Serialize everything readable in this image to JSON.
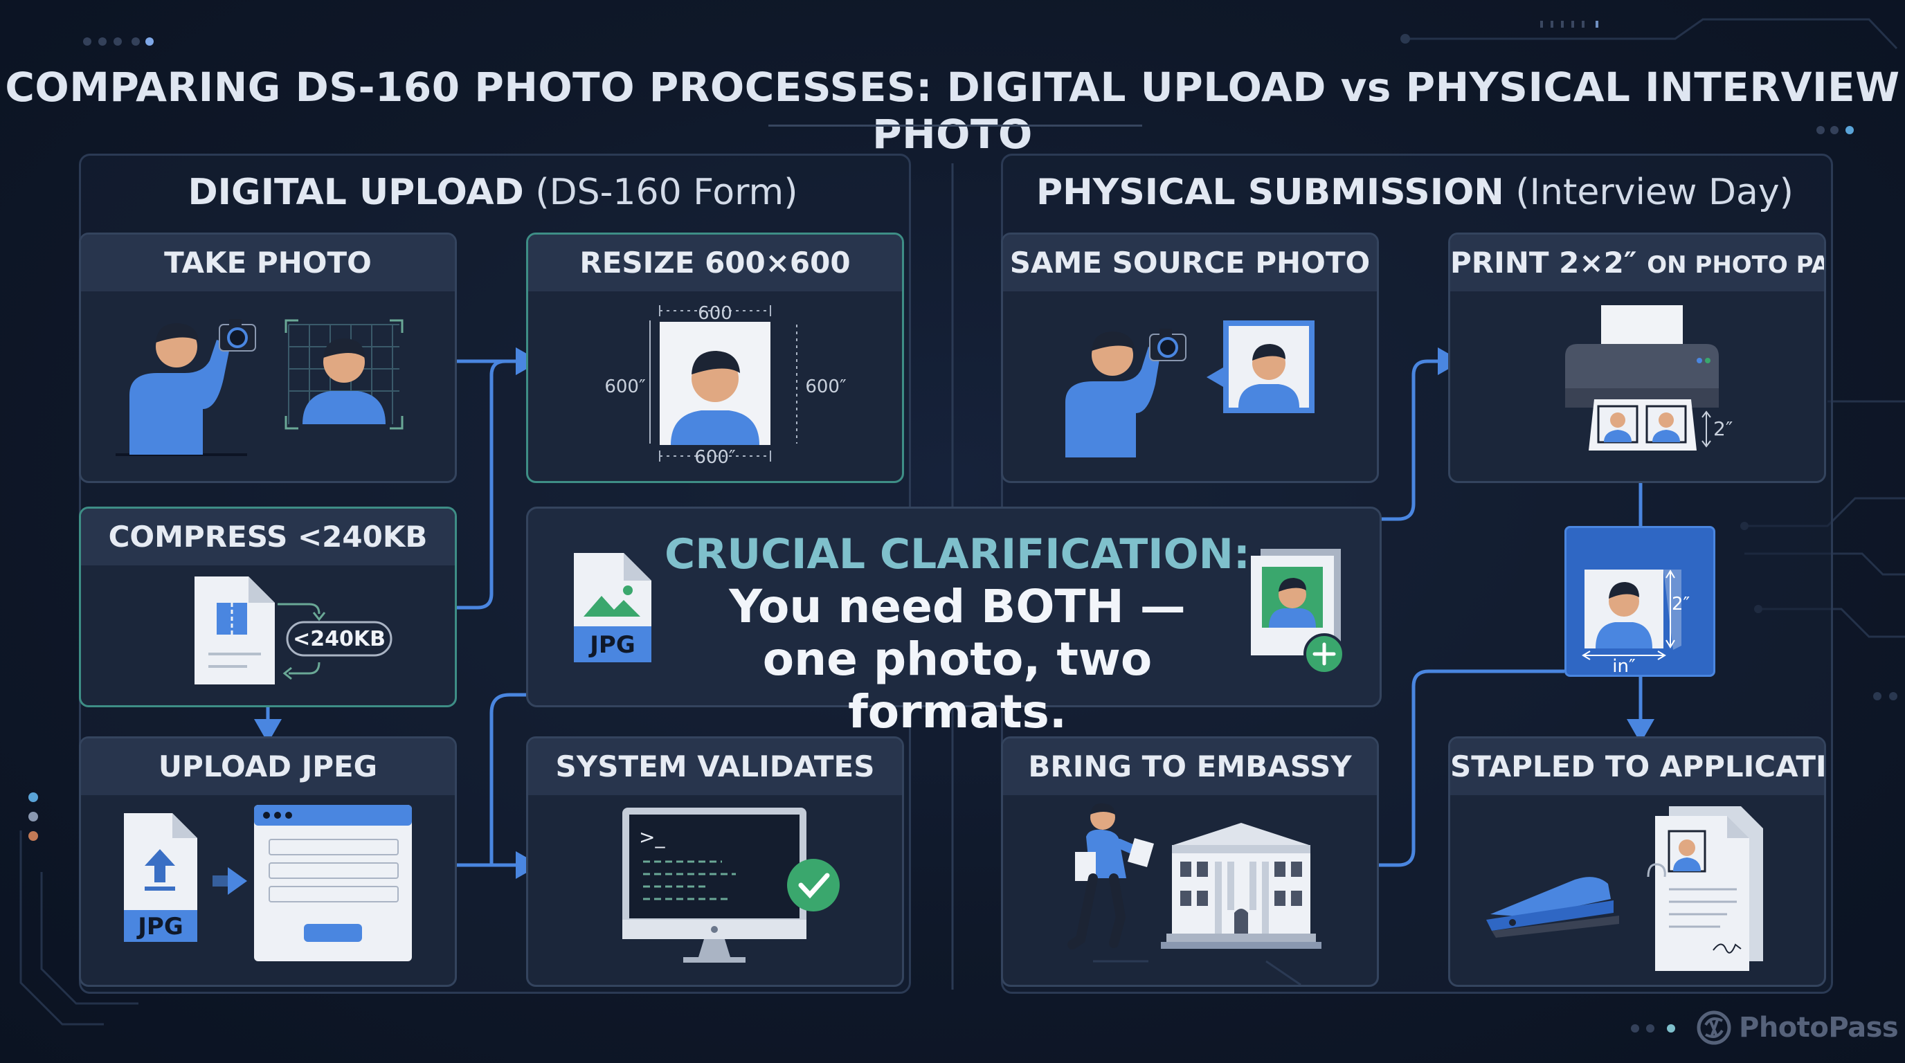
{
  "title": "COMPARING DS-160 PHOTO PROCESSES: DIGITAL UPLOAD vs PHYSICAL INTERVIEW PHOTO",
  "digital_section": {
    "header_bold": "DIGITAL UPLOAD",
    "header_sub": "(DS-160 Form)",
    "steps": {
      "take_photo": "TAKE PHOTO",
      "resize": "RESIZE 600×600",
      "compress": "COMPRESS <240KB",
      "upload": "UPLOAD JPEG",
      "validate": "SYSTEM VALIDATES"
    },
    "resize_labels": {
      "top": "600",
      "left": "600″",
      "right": "600″",
      "bottom": "600″"
    },
    "compress_badge": "<240KB",
    "jpg_label": "JPG"
  },
  "physical_section": {
    "header_bold": "PHYSICAL SUBMISSION",
    "header_sub": "(Interview Day)",
    "steps": {
      "same_source": "SAME SOURCE PHOTO",
      "print_main": "PRINT 2×2″",
      "print_small": "ON PHOTO PAPER",
      "embassy": "BRING TO EMBASSY",
      "stapled": "STAPLED TO APPLICATION"
    },
    "print_dim_label": "2″",
    "side_box_height": "2″",
    "side_box_width": "in″"
  },
  "callout": {
    "label": "CRUCIAL CLARIFICATION:",
    "line1": "You need BOTH —",
    "line2": "one photo, two formats.",
    "jpg_label": "JPG"
  },
  "brand": "PhotoPass",
  "colors": {
    "background": "#0f1829",
    "card": "#1b263a",
    "card_header": "#28354d",
    "accent_blue": "#4a86e0",
    "teal_border": "#3e8e86",
    "callout_heading": "#7fc0cc",
    "check_green": "#3aa76d"
  }
}
